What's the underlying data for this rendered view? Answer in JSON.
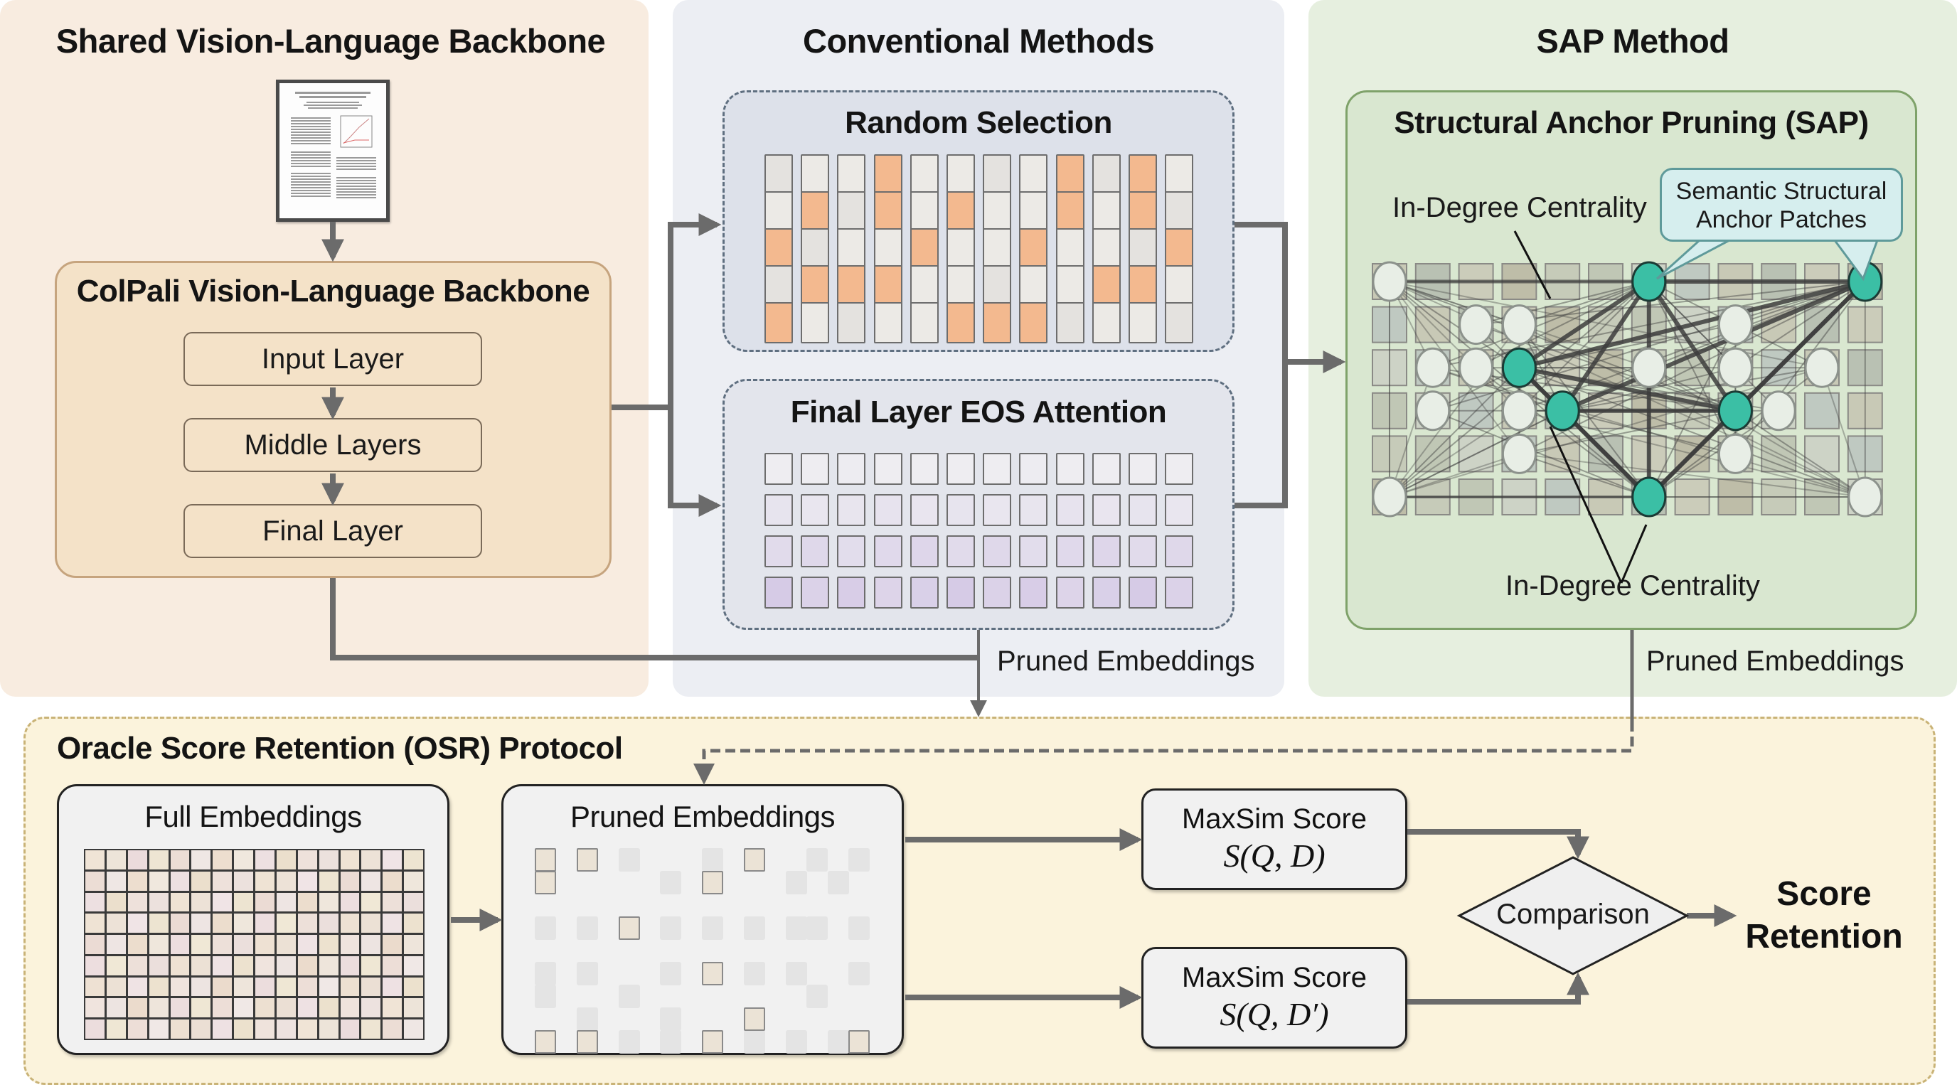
{
  "colors": {
    "backbone_bg": "#f8ece0",
    "conventional_bg": "#eceef3",
    "sap_bg": "#e6efdf",
    "osr_bg": "#fbf3dc",
    "random_selected": "#f3b98f",
    "eos_attention": "#d6cbe6",
    "anchor_teal": "#3bbfa5",
    "connector_gray": "#6b6b6b"
  },
  "backbone": {
    "title": "Shared Vision-Language Backbone",
    "document_icon": "document-page-icon",
    "colpali": {
      "title": "ColPali Vision-Language Backbone",
      "layers": [
        "Input Layer",
        "Middle Layers",
        "Final Layer"
      ]
    }
  },
  "conventional": {
    "title": "Conventional Methods",
    "random_selection": {
      "title": "Random Selection",
      "rows": 5,
      "cols": 12,
      "selected": [
        [
          3,
          8,
          10
        ],
        [
          1,
          3,
          5,
          8,
          10
        ],
        [
          0,
          4,
          7,
          11
        ],
        [
          1,
          2,
          3,
          9,
          10
        ],
        [
          0,
          5,
          6,
          7
        ]
      ]
    },
    "eos_attention": {
      "title": "Final Layer EOS Attention",
      "rows": 4,
      "cols": 12,
      "row_attention": [
        0.1,
        0.35,
        0.7,
        1.0
      ]
    },
    "output_label": "Pruned Embeddings"
  },
  "sap": {
    "title": "SAP Method",
    "box_title": "Structural Anchor Pruning (SAP)",
    "callout": [
      "Semantic Structural",
      "Anchor Patches"
    ],
    "label_top": "In-Degree Centrality",
    "label_bottom": "In-Degree Centrality",
    "grid_rows": 6,
    "grid_cols": 12,
    "anchor_nodes": [
      [
        6,
        0
      ],
      [
        11,
        0
      ],
      [
        3,
        2
      ],
      [
        4,
        3
      ],
      [
        8,
        3
      ],
      [
        6,
        5
      ]
    ],
    "regular_nodes": [
      [
        0,
        0
      ],
      [
        2,
        1
      ],
      [
        3,
        1
      ],
      [
        8,
        1
      ],
      [
        1,
        2
      ],
      [
        2,
        2
      ],
      [
        6,
        2
      ],
      [
        8,
        2
      ],
      [
        10,
        2
      ],
      [
        1,
        3
      ],
      [
        3,
        3
      ],
      [
        9,
        3
      ],
      [
        3,
        4
      ],
      [
        8,
        4
      ],
      [
        0,
        5
      ],
      [
        11,
        5
      ]
    ],
    "output_label": "Pruned Embeddings"
  },
  "osr": {
    "title": "Oracle Score Retention (OSR) Protocol",
    "full_embeddings": {
      "title": "Full Embeddings",
      "rows": 9,
      "cols": 16
    },
    "pruned_embeddings": {
      "title": "Pruned Embeddings",
      "kept": [
        [
          0,
          0
        ],
        [
          0,
          2
        ],
        [
          0,
          10
        ],
        [
          1,
          0
        ],
        [
          1,
          8
        ],
        [
          3,
          4
        ],
        [
          5,
          8
        ],
        [
          7,
          10
        ],
        [
          8,
          0
        ],
        [
          8,
          2
        ],
        [
          8,
          8
        ],
        [
          8,
          15
        ]
      ],
      "ghost": [
        [
          0,
          4
        ],
        [
          0,
          8
        ],
        [
          0,
          13
        ],
        [
          0,
          15
        ],
        [
          1,
          6
        ],
        [
          1,
          12
        ],
        [
          1,
          14
        ],
        [
          3,
          0
        ],
        [
          3,
          2
        ],
        [
          3,
          6
        ],
        [
          3,
          8
        ],
        [
          3,
          10
        ],
        [
          3,
          12
        ],
        [
          3,
          13
        ],
        [
          3,
          15
        ],
        [
          5,
          0
        ],
        [
          5,
          2
        ],
        [
          5,
          6
        ],
        [
          5,
          10
        ],
        [
          5,
          12
        ],
        [
          5,
          15
        ],
        [
          6,
          0
        ],
        [
          6,
          4
        ],
        [
          6,
          13
        ],
        [
          7,
          2
        ],
        [
          7,
          6
        ],
        [
          8,
          4
        ],
        [
          8,
          6
        ],
        [
          8,
          10
        ],
        [
          8,
          12
        ],
        [
          8,
          14
        ]
      ]
    },
    "maxsim_full": {
      "label": "MaxSim Score",
      "formula": "S(Q, D)"
    },
    "maxsim_pruned": {
      "label": "MaxSim Score",
      "formula": "S(Q, D′)"
    },
    "comparison": "Comparison",
    "result": [
      "Score",
      "Retention"
    ]
  }
}
